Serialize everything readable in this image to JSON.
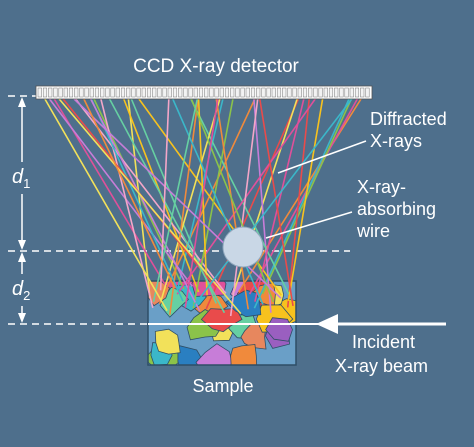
{
  "labels": {
    "detector": "CCD X-ray detector",
    "diffracted_line1": "Diffracted",
    "diffracted_line2": "X-rays",
    "wire_line1": "X-ray-",
    "wire_line2": "absorbing",
    "wire_line3": "wire",
    "d1_letter": "d",
    "d1_sub": "1",
    "d2_letter": "d",
    "d2_sub": "2",
    "incident_line1": "Incident",
    "incident_line2": "X-ray beam",
    "sample": "Sample"
  },
  "colors": {
    "background": "#4e6f8c",
    "ray_palette": [
      "#f2e15a",
      "#f08a3c",
      "#e0509a",
      "#3bb7c9",
      "#8bc34a",
      "#c77dd8",
      "#f7c21e",
      "#e94b4b",
      "#66d0a2",
      "#f4a6c8"
    ]
  }
}
